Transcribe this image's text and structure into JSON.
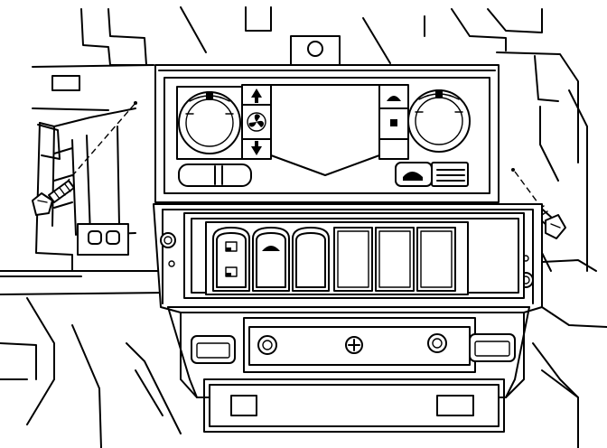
{
  "figure": {
    "subject": "climate-control-panel-removal",
    "colors": {
      "line": "#000000",
      "background": "#ffffff"
    },
    "icons": [
      "blower-fan-icon",
      "temperature-up-arrow-icon",
      "temperature-down-arrow-icon",
      "defrost-icon",
      "recirculation-icon",
      "rear-defog-icon",
      "switch-symbol-icon",
      "phillips-screw-head-icon"
    ],
    "fasteners": {
      "left_screw": "screw",
      "right_screw": "screw",
      "panel_bolts": 2,
      "bracket_nuts": 2
    },
    "switch_bank": {
      "switch_count": 6
    }
  }
}
